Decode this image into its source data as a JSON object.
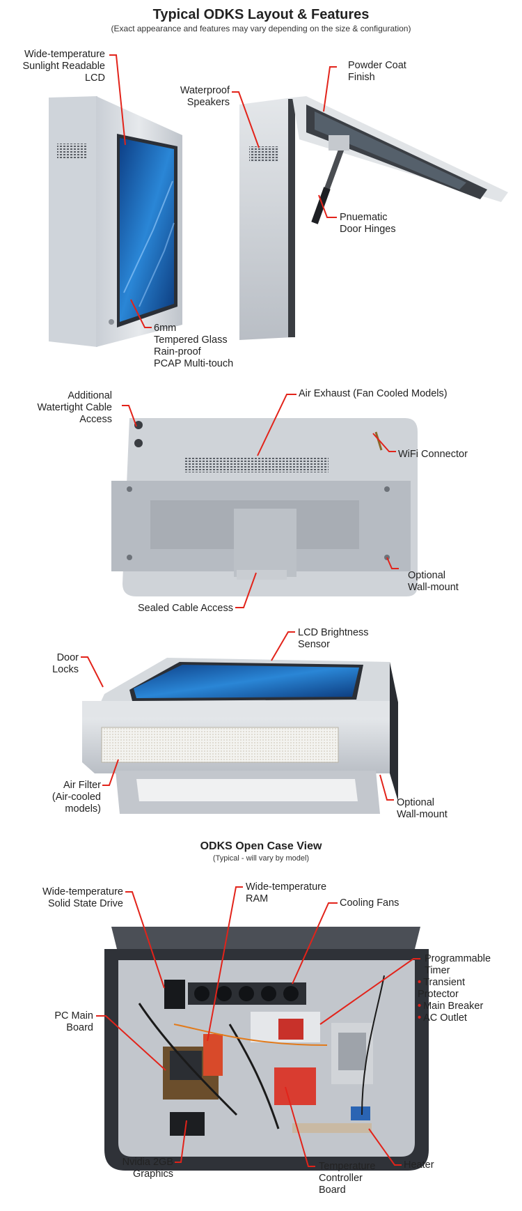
{
  "page": {
    "title": "Typical ODKS Layout & Features",
    "subtitle": "(Exact appearance and features may vary depending on the size & configuration)",
    "section2_title": "ODKS Open Case View",
    "section2_subtitle": "(Typical - will vary by model)"
  },
  "colors": {
    "leader": "#e2231a",
    "enclosure": "#d9dde2",
    "enclosure_dark": "#a9aeb5",
    "screen": "#1f6fc0"
  },
  "labels": {
    "lcd": "Wide-temperature\nSunlight Readable\nLCD",
    "speakers": "Waterproof\nSpeakers",
    "powder": "Powder Coat\nFinish",
    "hinges": "Pnuematic\nDoor Hinges",
    "glass": "6mm\nTempered Glass\nRain-proof\nPCAP Multi-touch",
    "cable_access": "Additional\nWatertight Cable\nAccess",
    "exhaust": "Air Exhaust (Fan Cooled Models)",
    "wifi": "WiFi Connector",
    "wallmount1": "Optional\nWall-mount",
    "sealed": "Sealed Cable Access",
    "brightness": "LCD Brightness\nSensor",
    "locks": "Door\nLocks",
    "filter": "Air Filter\n(Air-cooled\nmodels)",
    "wallmount2": "Optional\nWall-mount",
    "ssd": "Wide-temperature\nSolid State Drive",
    "ram": "Wide-temperature\nRAM",
    "fans": "Cooling Fans",
    "timer": "Programmable\nTimer",
    "timer_items": [
      "Transient\nProtector",
      "Main Breaker",
      "AC Outlet"
    ],
    "mainboard": "PC Main\nBoard",
    "graphics": "Nvidia 2GB\nGraphics",
    "tempctrl": "Temperature\nController\nBoard",
    "heater": "Heater"
  }
}
